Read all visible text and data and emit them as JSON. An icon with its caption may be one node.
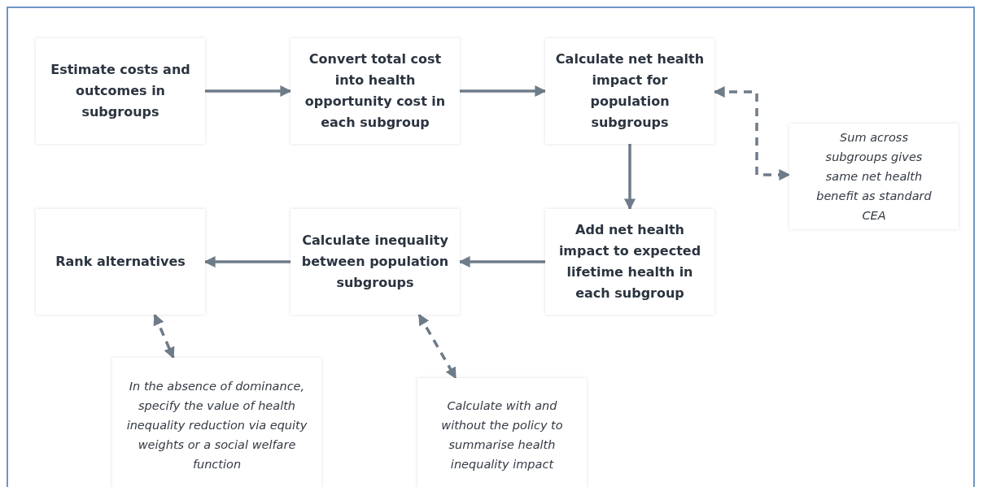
{
  "diagram": {
    "nodes": [
      {
        "text": [
          "Estimate costs and outcomes in subgroups"
        ]
      },
      {
        "text": [
          "Convert total cost into health opportunity cost in each subgroup"
        ]
      },
      {
        "text": [
          "Calculate net health impact for population subgroups"
        ]
      },
      {
        "text": [
          "Sum across subgroups gives same net health benefit as standard CEA"
        ]
      },
      {
        "text": [
          "Rank alternatives"
        ]
      },
      {
        "text": [
          "Calculate inequality between population subgroups"
        ]
      },
      {
        "text": [
          "Add net health impact to expected lifetime health in each subgroup"
        ]
      },
      {
        "text": [
          "In the absence of dominance, specify the value of health inequality reduction via equity weights or a social welfare function"
        ]
      },
      {
        "text": [
          "Calculate with and without the policy to summarise health inequality impact"
        ]
      }
    ],
    "edges": [
      {
        "from": 0,
        "to": 1,
        "arrow": "to"
      },
      {
        "from": 1,
        "to": 2,
        "arrow": "to"
      },
      {
        "from": 2,
        "to": 3,
        "arrow": "both",
        "style": "dashed"
      },
      {
        "from": 2,
        "to": 6,
        "arrow": "to"
      },
      {
        "from": 6,
        "to": 5,
        "arrow": "to"
      },
      {
        "from": 5,
        "to": 4,
        "arrow": "to"
      },
      {
        "from": 4,
        "to": 7,
        "arrow": "both",
        "style": "dashed"
      },
      {
        "from": 5,
        "to": 8,
        "arrow": "both",
        "style": "dashed"
      }
    ]
  }
}
